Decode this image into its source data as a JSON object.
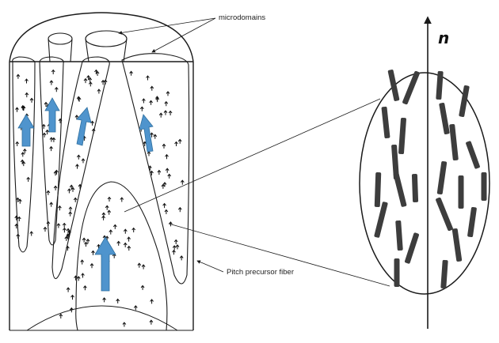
{
  "labels": {
    "microdomains": "microdomains",
    "pitch_fiber": "Pitch precursor fiber",
    "director": "n"
  },
  "colors": {
    "line": "#1a1a1a",
    "arrow_fill": "#4f94cd",
    "arrow_stroke": "#2f6f9f",
    "rod": "#3d3d3d",
    "background": "#ffffff"
  }
}
